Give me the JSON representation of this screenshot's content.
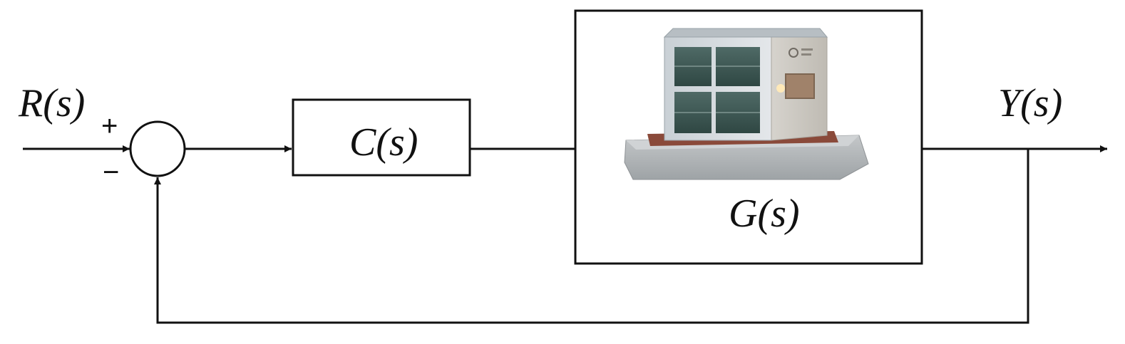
{
  "diagram": {
    "input_label": "R(s)",
    "output_label": "Y(s)",
    "controller_label": "C(s)",
    "plant_label": "G(s)",
    "sum_plus": "+",
    "sum_minus": "−",
    "plant_image": "building-model-icon"
  },
  "colors": {
    "line": "#111111",
    "background": "#ffffff"
  }
}
